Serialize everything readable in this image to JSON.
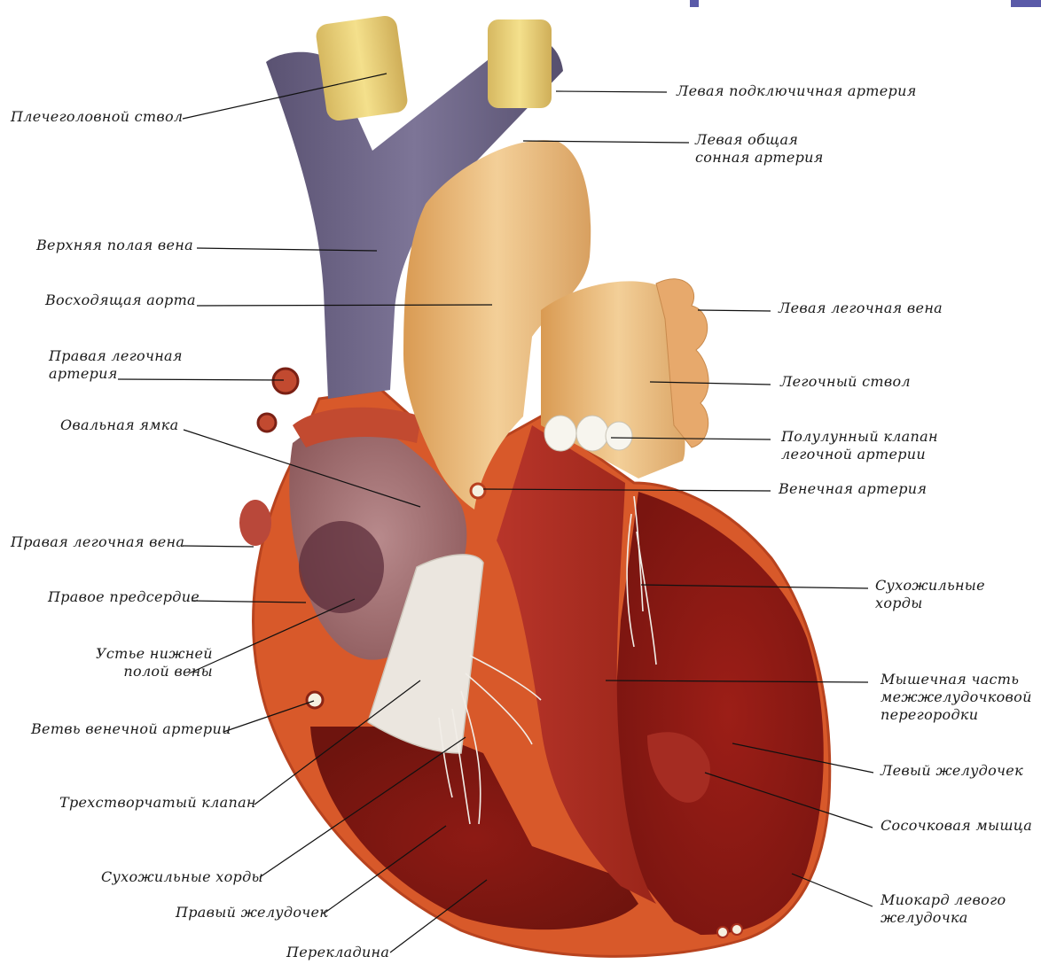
{
  "colors": {
    "background": "#ffffff",
    "vein": "#6f6687",
    "aorta": "#e9b97a",
    "muscle": "#a8261c",
    "myocardium_edge": "#d9602a",
    "chordae": "#ece8e2",
    "corner_accent": "#5a5aa8"
  },
  "labels": {
    "brachiocephalic": "Плечеголовной ствол",
    "svc": "Верхняя полая вена",
    "asc_aorta": "Восходящая аорта",
    "r_pulm_artery_1": "Правая легочная",
    "r_pulm_artery_2": "артерия",
    "fossa_ovalis": "Овальная ямка",
    "r_pulm_vein": "Правая легочная вена",
    "r_atrium": "Правое предсердие",
    "ivc_1": "Устье нижней",
    "ivc_2": "полой вены",
    "coronary_branch": "Ветвь венечной артерии",
    "tricuspid": "Трехстворчатый клапан",
    "chordae_right": "Сухожильные хорды",
    "r_ventricle": "Правый желудочек",
    "moderator_band": "Перекладина",
    "l_subclavian": "Левая подключичная артерия",
    "l_carotid_1": "Левая общая",
    "l_carotid_2": "сонная артерия",
    "l_pulm_vein": "Левая легочная вена",
    "pulm_trunk": "Легочный ствол",
    "semilunar_1": "Полулунный клапан",
    "semilunar_2": "легочной артерии",
    "coronary_artery": "Венечная артерия",
    "chordae_left_1": "Сухожильные",
    "chordae_left_2": "хорды",
    "septum_1": "Мышечная часть",
    "septum_2": "межжелудочковой",
    "septum_3": "перегородки",
    "l_ventricle": "Левый желудочек",
    "papillary": "Сосочковая мышца",
    "lv_myocardium_1": "Миокард левого",
    "lv_myocardium_2": "желудочка"
  }
}
